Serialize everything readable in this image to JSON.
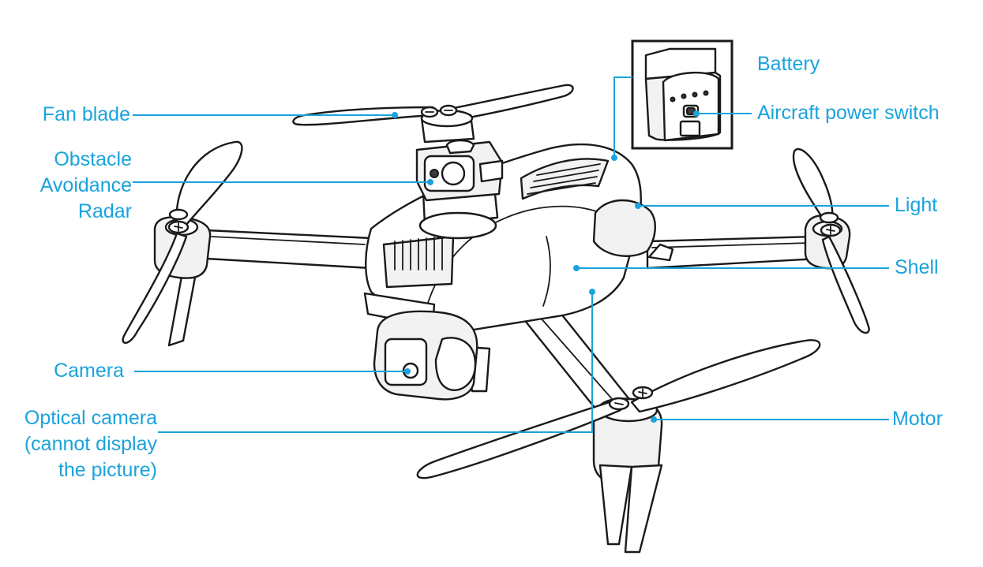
{
  "colors": {
    "accent": "#1aa3dc",
    "line_art": "#1a1a1a",
    "background": "#ffffff"
  },
  "labels": {
    "fan_blade": "Fan blade",
    "obstacle_radar": [
      "Obstacle",
      "Avoidance",
      "Radar"
    ],
    "camera": "Camera",
    "optical_camera": [
      "Optical camera",
      "(cannot display",
      "the picture)"
    ],
    "battery": "Battery",
    "power_switch": "Aircraft power switch",
    "light": "Light",
    "shell": "Shell",
    "motor": "Motor"
  }
}
